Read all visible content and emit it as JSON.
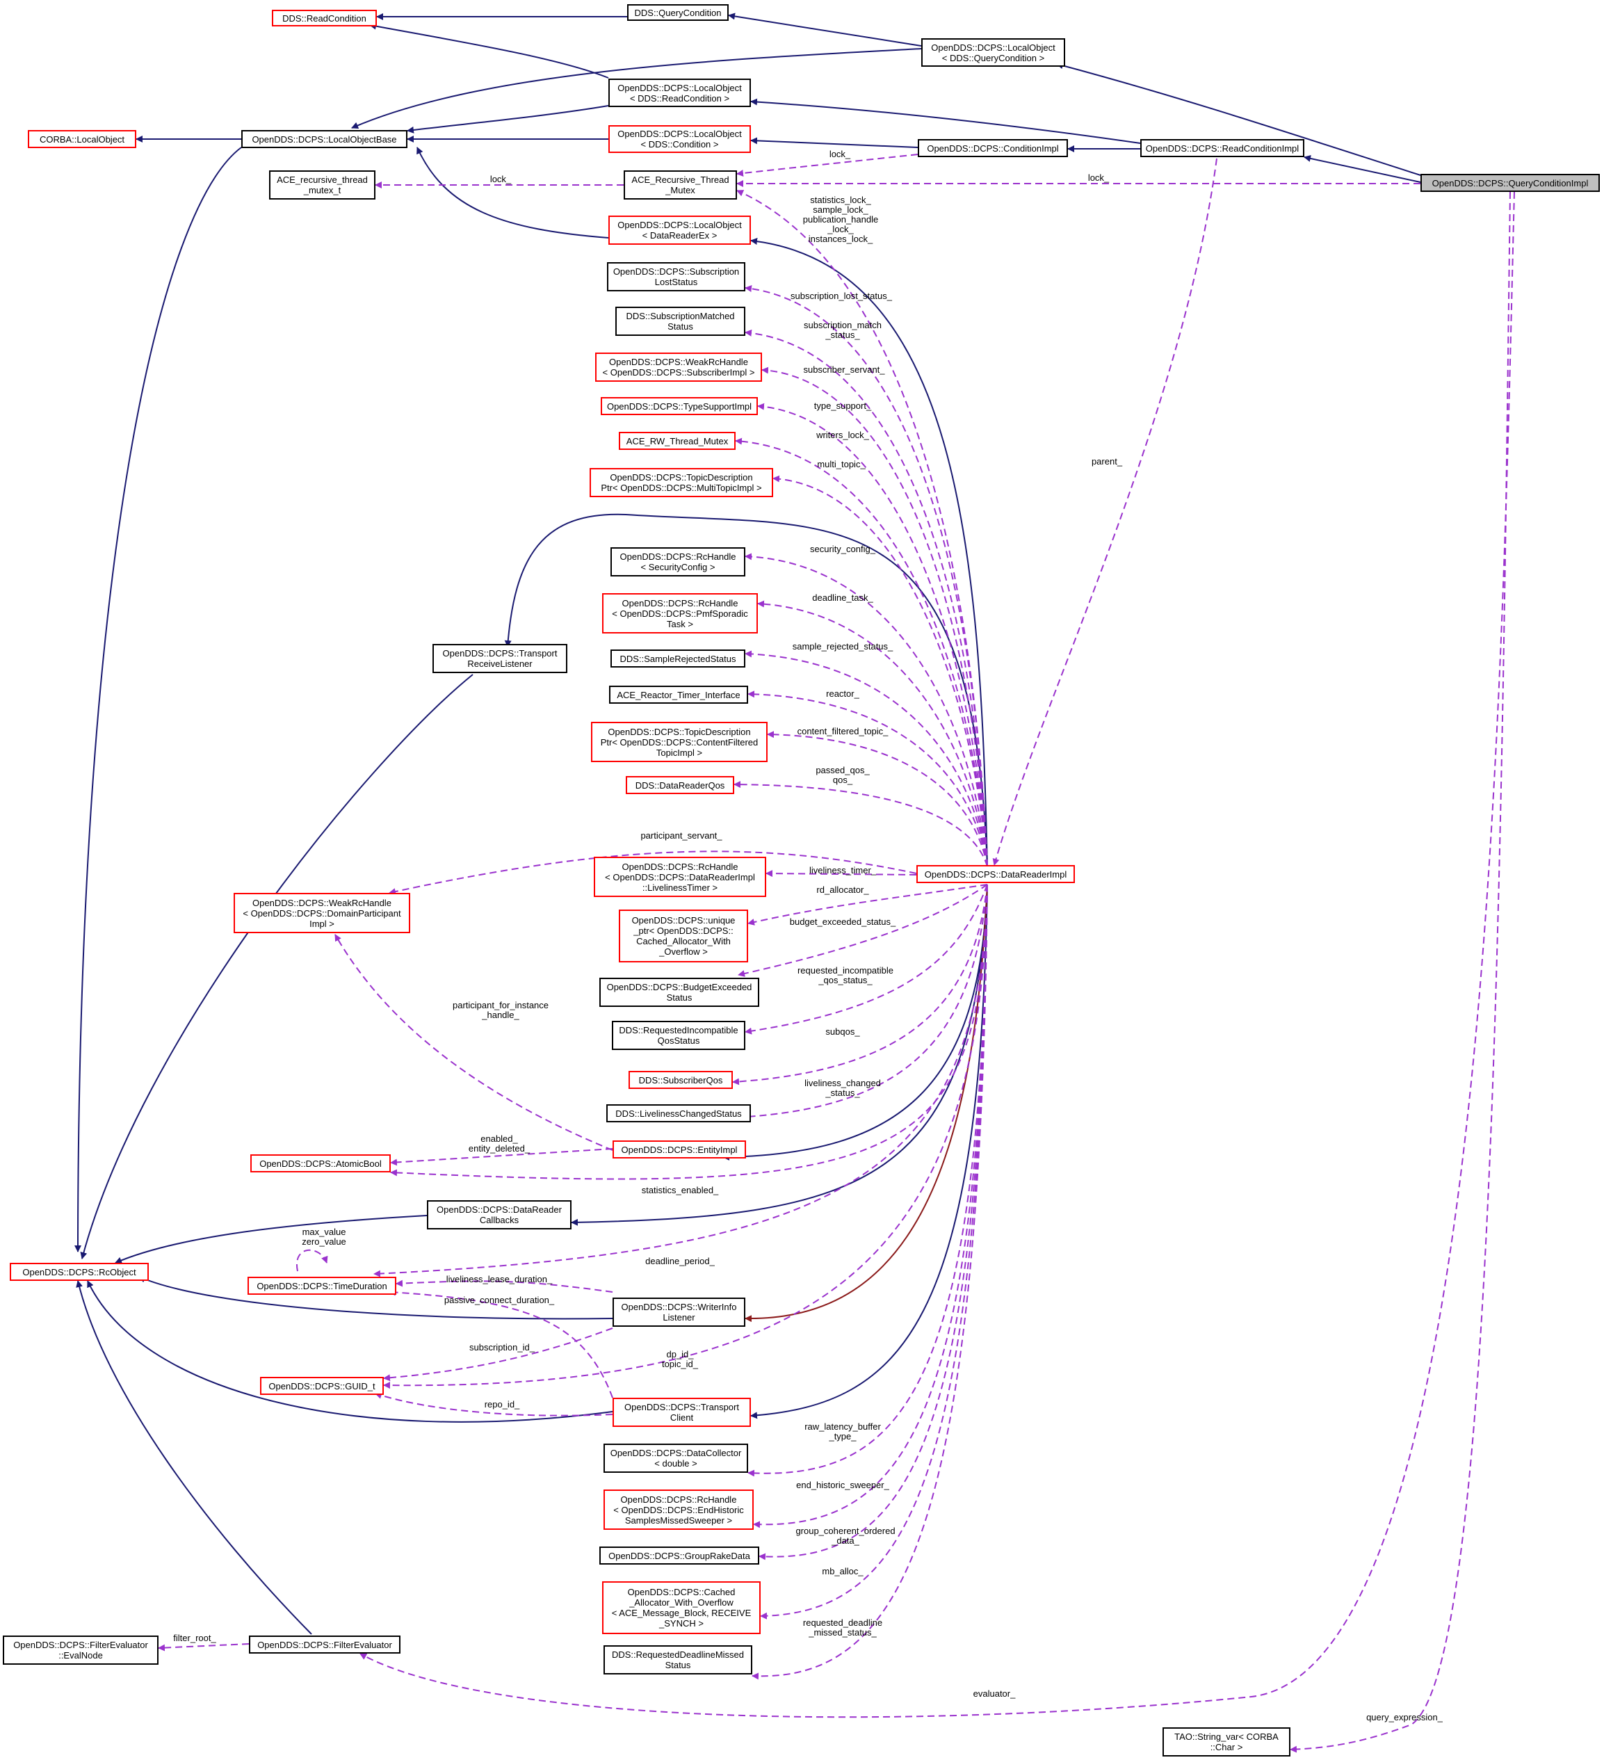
{
  "diagram": {
    "nodes": {
      "readcond": {
        "label": "DDS::ReadCondition",
        "border": "red"
      },
      "querycond": {
        "label": "DDS::QueryCondition",
        "border": "black"
      },
      "lo_qc": {
        "label": "OpenDDS::DCPS::LocalObject\n< DDS::QueryCondition >",
        "border": "black"
      },
      "lo_rc": {
        "label": "OpenDDS::DCPS::LocalObject\n< DDS::ReadCondition >",
        "border": "black"
      },
      "corba_lo": {
        "label": "CORBA::LocalObject",
        "border": "red"
      },
      "lob": {
        "label": "OpenDDS::DCPS::LocalObjectBase",
        "border": "black"
      },
      "lo_cond": {
        "label": "OpenDDS::DCPS::LocalObject\n< DDS::Condition >",
        "border": "red"
      },
      "condimpl": {
        "label": "OpenDDS::DCPS::ConditionImpl",
        "border": "black"
      },
      "rcimpl": {
        "label": "OpenDDS::DCPS::ReadConditionImpl",
        "border": "black"
      },
      "qcimpl": {
        "label": "OpenDDS::DCPS::QueryConditionImpl",
        "border": "black",
        "selected": true
      },
      "ace_rec_mtx_t": {
        "label": "ACE_recursive_thread\n_mutex_t",
        "border": "black"
      },
      "ace_rec_mtx": {
        "label": "ACE_Recursive_Thread\n_Mutex",
        "border": "black"
      },
      "lo_drex": {
        "label": "OpenDDS::DCPS::LocalObject\n< DataReaderEx >",
        "border": "red"
      },
      "sublost": {
        "label": "OpenDDS::DCPS::Subscription\nLostStatus",
        "border": "black"
      },
      "submatched": {
        "label": "DDS::SubscriptionMatched\nStatus",
        "border": "black"
      },
      "weak_sub": {
        "label": "OpenDDS::DCPS::WeakRcHandle\n< OpenDDS::DCPS::SubscriberImpl >",
        "border": "red"
      },
      "tsimpl": {
        "label": "OpenDDS::DCPS::TypeSupportImpl",
        "border": "red"
      },
      "rwmtx": {
        "label": "ACE_RW_Thread_Mutex",
        "border": "red"
      },
      "td_multi": {
        "label": "OpenDDS::DCPS::TopicDescription\nPtr< OpenDDS::DCPS::MultiTopicImpl >",
        "border": "red"
      },
      "rc_secconf": {
        "label": "OpenDDS::DCPS::RcHandle\n< SecurityConfig >",
        "border": "black"
      },
      "rc_pmf": {
        "label": "OpenDDS::DCPS::RcHandle\n< OpenDDS::DCPS::PmfSporadic\nTask >",
        "border": "red"
      },
      "translisten": {
        "label": "OpenDDS::DCPS::Transport\nReceiveListener",
        "border": "black"
      },
      "samplerej": {
        "label": "DDS::SampleRejectedStatus",
        "border": "black"
      },
      "reactortimer": {
        "label": "ACE_Reactor_Timer_Interface",
        "border": "black"
      },
      "td_cft": {
        "label": "OpenDDS::DCPS::TopicDescription\nPtr< OpenDDS::DCPS::ContentFiltered\nTopicImpl >",
        "border": "red"
      },
      "drqos": {
        "label": "DDS::DataReaderQos",
        "border": "red"
      },
      "weak_dp": {
        "label": "OpenDDS::DCPS::WeakRcHandle\n< OpenDDS::DCPS::DomainParticipant\nImpl >",
        "border": "red"
      },
      "rc_liveliness": {
        "label": "OpenDDS::DCPS::RcHandle\n< OpenDDS::DCPS::DataReaderImpl\n::LivelinessTimer >",
        "border": "red"
      },
      "drimpl": {
        "label": "OpenDDS::DCPS::DataReaderImpl",
        "border": "red"
      },
      "uniq": {
        "label": "OpenDDS::DCPS::unique\n_ptr< OpenDDS::DCPS::\nCached_Allocator_With\n_Overflow >",
        "border": "red"
      },
      "budget": {
        "label": "OpenDDS::DCPS::BudgetExceeded\nStatus",
        "border": "black"
      },
      "reqincompat": {
        "label": "DDS::RequestedIncompatible\nQosStatus",
        "border": "black"
      },
      "subqos": {
        "label": "DDS::SubscriberQos",
        "border": "red"
      },
      "livchanged": {
        "label": "DDS::LivelinessChangedStatus",
        "border": "black"
      },
      "atomicbool": {
        "label": "OpenDDS::DCPS::AtomicBool",
        "border": "red"
      },
      "entityimpl": {
        "label": "OpenDDS::DCPS::EntityImpl",
        "border": "red"
      },
      "drcallbacks": {
        "label": "OpenDDS::DCPS::DataReader\nCallbacks",
        "border": "black"
      },
      "rcobject": {
        "label": "OpenDDS::DCPS::RcObject",
        "border": "red"
      },
      "timedur": {
        "label": "OpenDDS::DCPS::TimeDuration",
        "border": "red"
      },
      "writerinfo": {
        "label": "OpenDDS::DCPS::WriterInfo\nListener",
        "border": "black"
      },
      "guid": {
        "label": "OpenDDS::DCPS::GUID_t",
        "border": "red"
      },
      "transclient": {
        "label": "OpenDDS::DCPS::Transport\nClient",
        "border": "red"
      },
      "datacollector": {
        "label": "OpenDDS::DCPS::DataCollector\n< double >",
        "border": "black"
      },
      "rc_endhist": {
        "label": "OpenDDS::DCPS::RcHandle\n< OpenDDS::DCPS::EndHistoric\nSamplesMissedSweeper >",
        "border": "red"
      },
      "grouprake": {
        "label": "OpenDDS::DCPS::GroupRakeData",
        "border": "black"
      },
      "cached_alloc": {
        "label": "OpenDDS::DCPS::Cached\n_Allocator_With_Overflow\n< ACE_Message_Block, RECEIVE\n_SYNCH >",
        "border": "red"
      },
      "evalnode": {
        "label": "OpenDDS::DCPS::FilterEvaluator\n::EvalNode",
        "border": "black"
      },
      "filtereval": {
        "label": "OpenDDS::DCPS::FilterEvaluator",
        "border": "black"
      },
      "reqdeadline": {
        "label": "DDS::RequestedDeadlineMissed\nStatus",
        "border": "black"
      },
      "taostring": {
        "label": "TAO::String_var< CORBA\n::Char >",
        "border": "black"
      }
    },
    "edge_labels": {
      "lock_condimpl": "lock_",
      "lock_qc": "lock_",
      "lock_ace": "lock_",
      "stats_lock": "statistics_lock_\nsample_lock_\npublication_handle\n_lock_\ninstances_lock_",
      "parent": "parent_",
      "sublost": "subscription_lost_status_",
      "submatch": "subscription_match\n_status_",
      "subservant": "subscriber_servant_",
      "typesupport": "type_support_",
      "writerslock": "writers_lock_",
      "multitopic": "multi_topic_",
      "secconfig": "security_config_",
      "deadlinetask": "deadline_task_",
      "samplerej": "sample_rejected_status_",
      "reactor": "reactor_",
      "cft": "content_filtered_topic_",
      "qos": "passed_qos_\nqos_",
      "partservant": "participant_servant_",
      "livtimer": "liveliness_timer_",
      "rdalloc": "rd_allocator_",
      "budget": "budget_exceeded_status_",
      "reqincompat": "requested_incompatible\n_qos_status_",
      "subqos": "subqos_",
      "livchanged": "liveliness_changed\n_status_",
      "partinst": "participant_for_instance\n_handle_",
      "enabled": "enabled_\nentity_deleted_",
      "statsenabled": "statistics_enabled_",
      "maxzero": "max_value\nzero_value",
      "deadlineperiod": "deadline_period_",
      "livlease": "liveliness_lease_duration_",
      "passive": "passive_connect_duration_",
      "subid": "subscription_id_",
      "dpid": "dp_id_\ntopic_id_",
      "repoid": "repo_id_",
      "rawlat": "raw_latency_buffer\n_type_",
      "endhist": "end_historic_sweeper_",
      "groupco": "group_coherent_ordered\n_data_",
      "mballoc": "mb_alloc_",
      "reqdeadline": "requested_deadline\n_missed_status_",
      "filterroot": "filter_root_",
      "evaluator": "evaluator_",
      "queryexpr": "query_expression_"
    },
    "colors": {
      "inherit": "#191970",
      "usage": "#9a32cd",
      "private": "#8b1a1a",
      "red_border": "#ff0000",
      "selected_fill": "#bfbfbf"
    }
  }
}
